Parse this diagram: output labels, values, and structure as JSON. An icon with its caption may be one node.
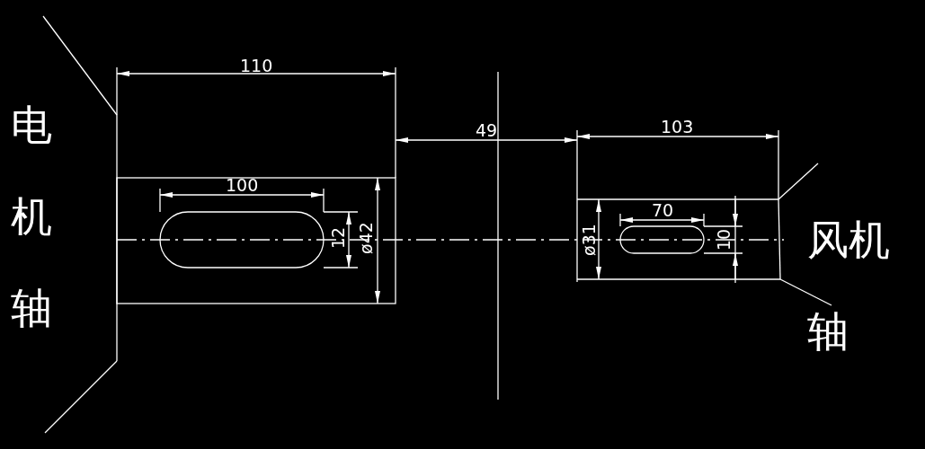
{
  "diagram": {
    "labels": [
      "电机轴",
      "110",
      "100",
      "12",
      "ø42",
      "49",
      "103",
      "70",
      "10",
      "ø31",
      "风机轴"
    ]
  }
}
